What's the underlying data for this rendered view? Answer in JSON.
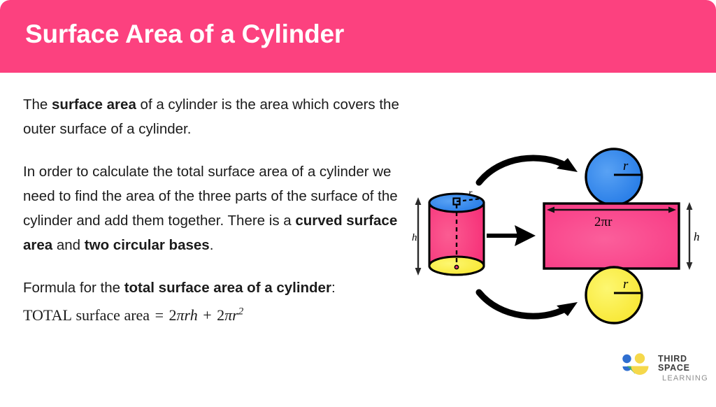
{
  "header": {
    "title": "Surface Area of a Cylinder",
    "background_color": "#fc417f",
    "title_color": "#ffffff"
  },
  "body": {
    "paragraph1": {
      "part1": "The ",
      "bold1": "surface area",
      "part2": " of a cylinder is the area which covers the outer surface of a cylinder."
    },
    "paragraph2": {
      "part1": "In order to calculate the total surface area of a cylinder we need to find the area of the three parts of the surface of the cylinder and add them together. There is a ",
      "bold1": "curved surface area",
      "part2": " and ",
      "bold2": "two circular bases",
      "part3": "."
    },
    "paragraph3": {
      "part1": "Formula for the ",
      "bold1": "total surface area of a cylinder",
      "part2": ": ",
      "formula_total": "TOTAL",
      "formula_words": "surface area",
      "formula_equals": "=",
      "formula_term1_coef": "2",
      "formula_term1_pi": "π",
      "formula_term1_r": "r",
      "formula_term1_h": "h",
      "formula_plus": "+",
      "formula_term2_coef": "2",
      "formula_term2_pi": "π",
      "formula_term2_r": "r",
      "formula_term2_exp": "2"
    }
  },
  "diagram": {
    "title": "cylinder-net-diagram",
    "cylinder": {
      "height_label": "h",
      "radius_label": "r",
      "top_face_color": "#2f86ee",
      "body_color": "#f8397e",
      "bottom_face_color": "#fbee3c",
      "outline_color": "#000000"
    },
    "rectangle": {
      "width_label": "2πr",
      "height_label": "h",
      "fill_color": "#f9448a",
      "outline_color": "#000000"
    },
    "top_circle": {
      "radius_label": "r",
      "fill_color": "#3b8fee",
      "outline_color": "#000000"
    },
    "bottom_circle": {
      "radius_label": "r",
      "fill_color": "#fbee3c",
      "outline_color": "#000000"
    },
    "arrows": {
      "top_curved": "curved-arrow-top",
      "middle_straight": "straight-arrow-middle",
      "bottom_curved": "curved-arrow-bottom"
    }
  },
  "logo": {
    "line1": "THIRD SPACE",
    "line2": "LEARNING",
    "colors": {
      "yellow": "#f5d84b",
      "blue": "#2f6fd0",
      "green": "#3fae6a",
      "text_dark": "#3c3c3c",
      "text_light": "#8e8e8e"
    }
  }
}
